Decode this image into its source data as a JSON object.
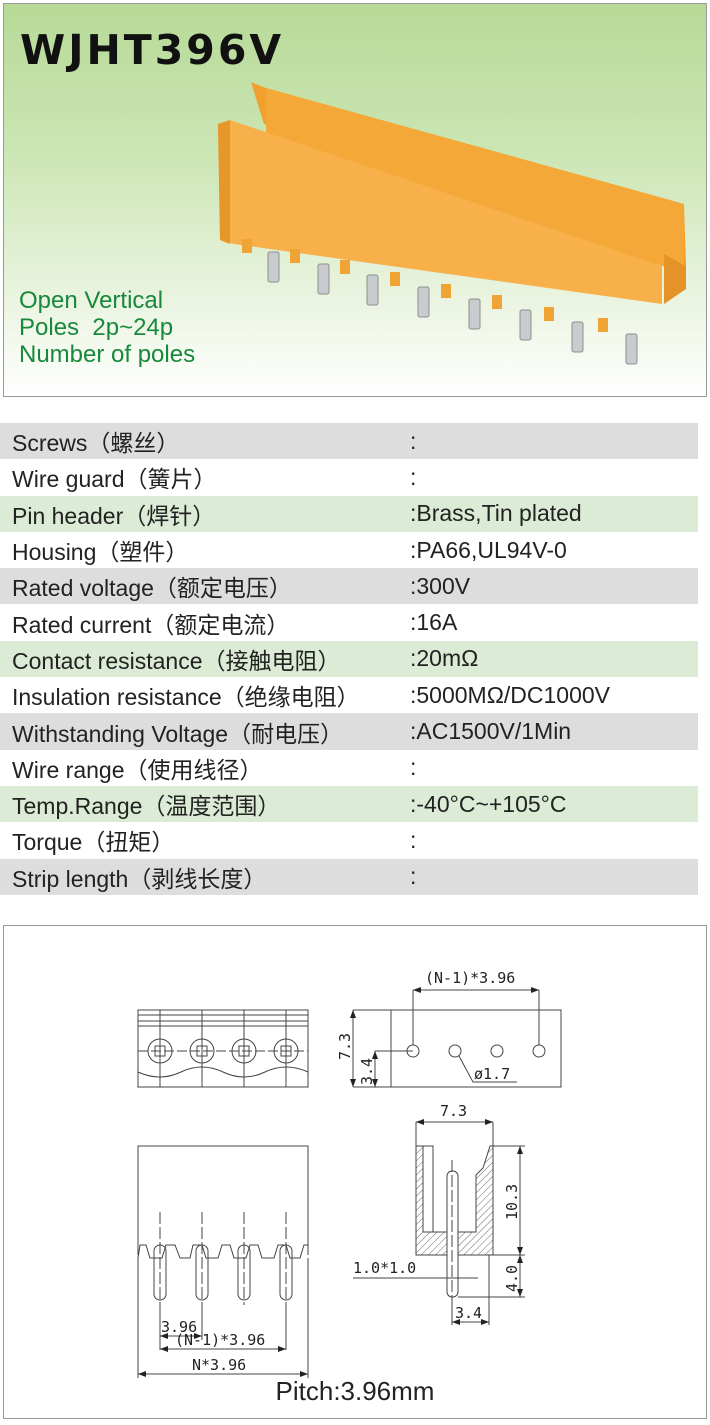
{
  "header": {
    "title": "WJHT396V",
    "desc": [
      "Open Vertical",
      "Poles  2p~24p",
      "Number of poles"
    ]
  },
  "colors": {
    "accent_green": "#17893a",
    "row_gray": "#dddddd",
    "row_green": "#dcebd5",
    "housing_orange": "#f5ac3c"
  },
  "specs": [
    {
      "label": "Screws（螺丝）",
      "value": ":"
    },
    {
      "label": "Wire guard（簧片）",
      "value": ":"
    },
    {
      "label": "Pin header（焊针）",
      "value": ":Brass,Tin plated"
    },
    {
      "label": "Housing（塑件）",
      "value": ":PA66,UL94V-0"
    },
    {
      "label": "Rated voltage（额定电压）",
      "value": ":300V"
    },
    {
      "label": "Rated current（额定电流）",
      "value": ":16A"
    },
    {
      "label": "Contact resistance（接触电阻）",
      "value": ":20mΩ"
    },
    {
      "label": "Insulation resistance（绝缘电阻）",
      "value": ":5000MΩ/DC1000V"
    },
    {
      "label": "Withstanding Voltage（耐电压）",
      "value": ":AC1500V/1Min"
    },
    {
      "label": "Wire range（使用线径）",
      "value": ":"
    },
    {
      "label": "Temp.Range（温度范围）",
      "value": ":-40°C~+105°C"
    },
    {
      "label": "Torque（扭矩）",
      "value": ":"
    },
    {
      "label": "Strip length（剥线长度）",
      "value": ":"
    }
  ],
  "drawing": {
    "top_pitch": "(N-1)*3.96",
    "height_73": "7.3",
    "height_34": "3.4",
    "hole_dia": "ø1.7",
    "side_width": "7.3",
    "side_height": "10.3",
    "pin_len": "4.0",
    "pin_size": "1.0*1.0",
    "pin_offset": "3.4",
    "pitch_dim": "3.96",
    "span_dim": "(N-1)*3.96",
    "total_dim": "N*3.96",
    "pitch_label": "Pitch:3.96mm"
  }
}
